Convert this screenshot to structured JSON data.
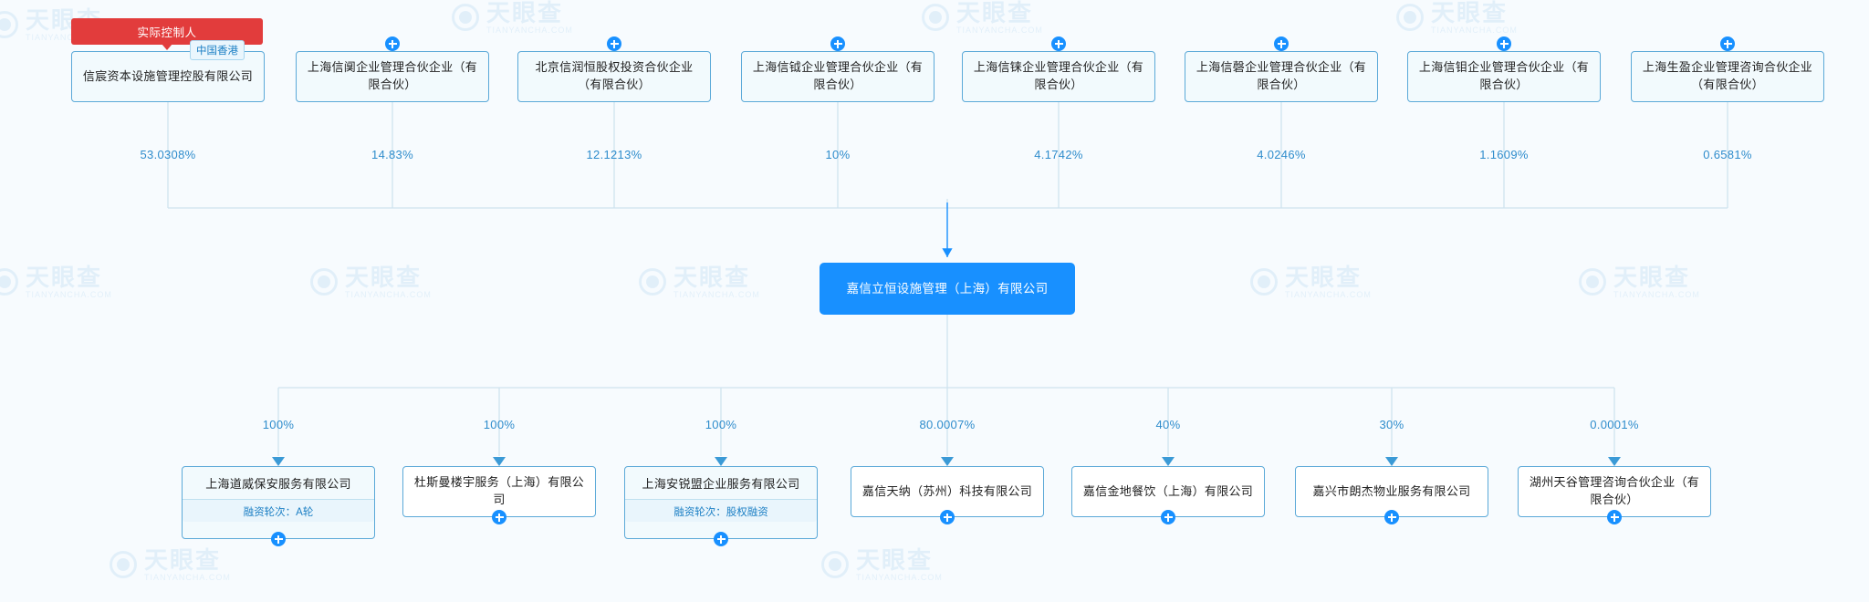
{
  "diagram": {
    "type": "corporate-ownership-structure",
    "watermark_text": "天眼查",
    "watermark_sub": "TIANYANCHA.COM",
    "accent_color": "#1890ff",
    "node_border_color": "#5ba9d8",
    "percent_color": "#2e8ccc",
    "tag_color": "#e23c3c"
  },
  "actual_controller_tag": "实际控制人",
  "region_badge": "中国香港",
  "root": {
    "name": "嘉信立恒设施管理（上海）有限公司"
  },
  "shareholders": [
    {
      "name": "信宸资本设施管理控股有限公司",
      "percent": "53.0308%",
      "has_plus": false,
      "region": "中国香港",
      "controller": true
    },
    {
      "name": "上海信阒企业管理合伙企业（有限合伙）",
      "percent": "14.83%",
      "has_plus": true
    },
    {
      "name": "北京信润恒股权投资合伙企业（有限合伙）",
      "percent": "12.1213%",
      "has_plus": true
    },
    {
      "name": "上海信钺企业管理合伙企业（有限合伙）",
      "percent": "10%",
      "has_plus": true
    },
    {
      "name": "上海信铼企业管理合伙企业（有限合伙）",
      "percent": "4.1742%",
      "has_plus": true
    },
    {
      "name": "上海信磬企业管理合伙企业（有限合伙）",
      "percent": "4.0246%",
      "has_plus": true
    },
    {
      "name": "上海信钼企业管理合伙企业（有限合伙）",
      "percent": "1.1609%",
      "has_plus": true
    },
    {
      "name": "上海生盈企业管理咨询合伙企业（有限合伙）",
      "percent": "0.6581%",
      "has_plus": true
    }
  ],
  "subsidiaries": [
    {
      "name": "上海道威保安服务有限公司",
      "percent": "100%",
      "funding": "融资轮次：A轮",
      "has_plus": true
    },
    {
      "name": "杜斯曼楼宇服务（上海）有限公司",
      "percent": "100%",
      "funding": null,
      "has_plus": true
    },
    {
      "name": "上海安锐盟企业服务有限公司",
      "percent": "100%",
      "funding": "融资轮次：股权融资",
      "has_plus": true
    },
    {
      "name": "嘉信天纳（苏州）科技有限公司",
      "percent": "80.0007%",
      "funding": null,
      "has_plus": true
    },
    {
      "name": "嘉信金地餐饮（上海）有限公司",
      "percent": "40%",
      "funding": null,
      "has_plus": true
    },
    {
      "name": "嘉兴市朗杰物业服务有限公司",
      "percent": "30%",
      "funding": null,
      "has_plus": true
    },
    {
      "name": "湖州天谷管理咨询合伙企业（有限合伙）",
      "percent": "0.0001%",
      "funding": null,
      "has_plus": true
    }
  ]
}
